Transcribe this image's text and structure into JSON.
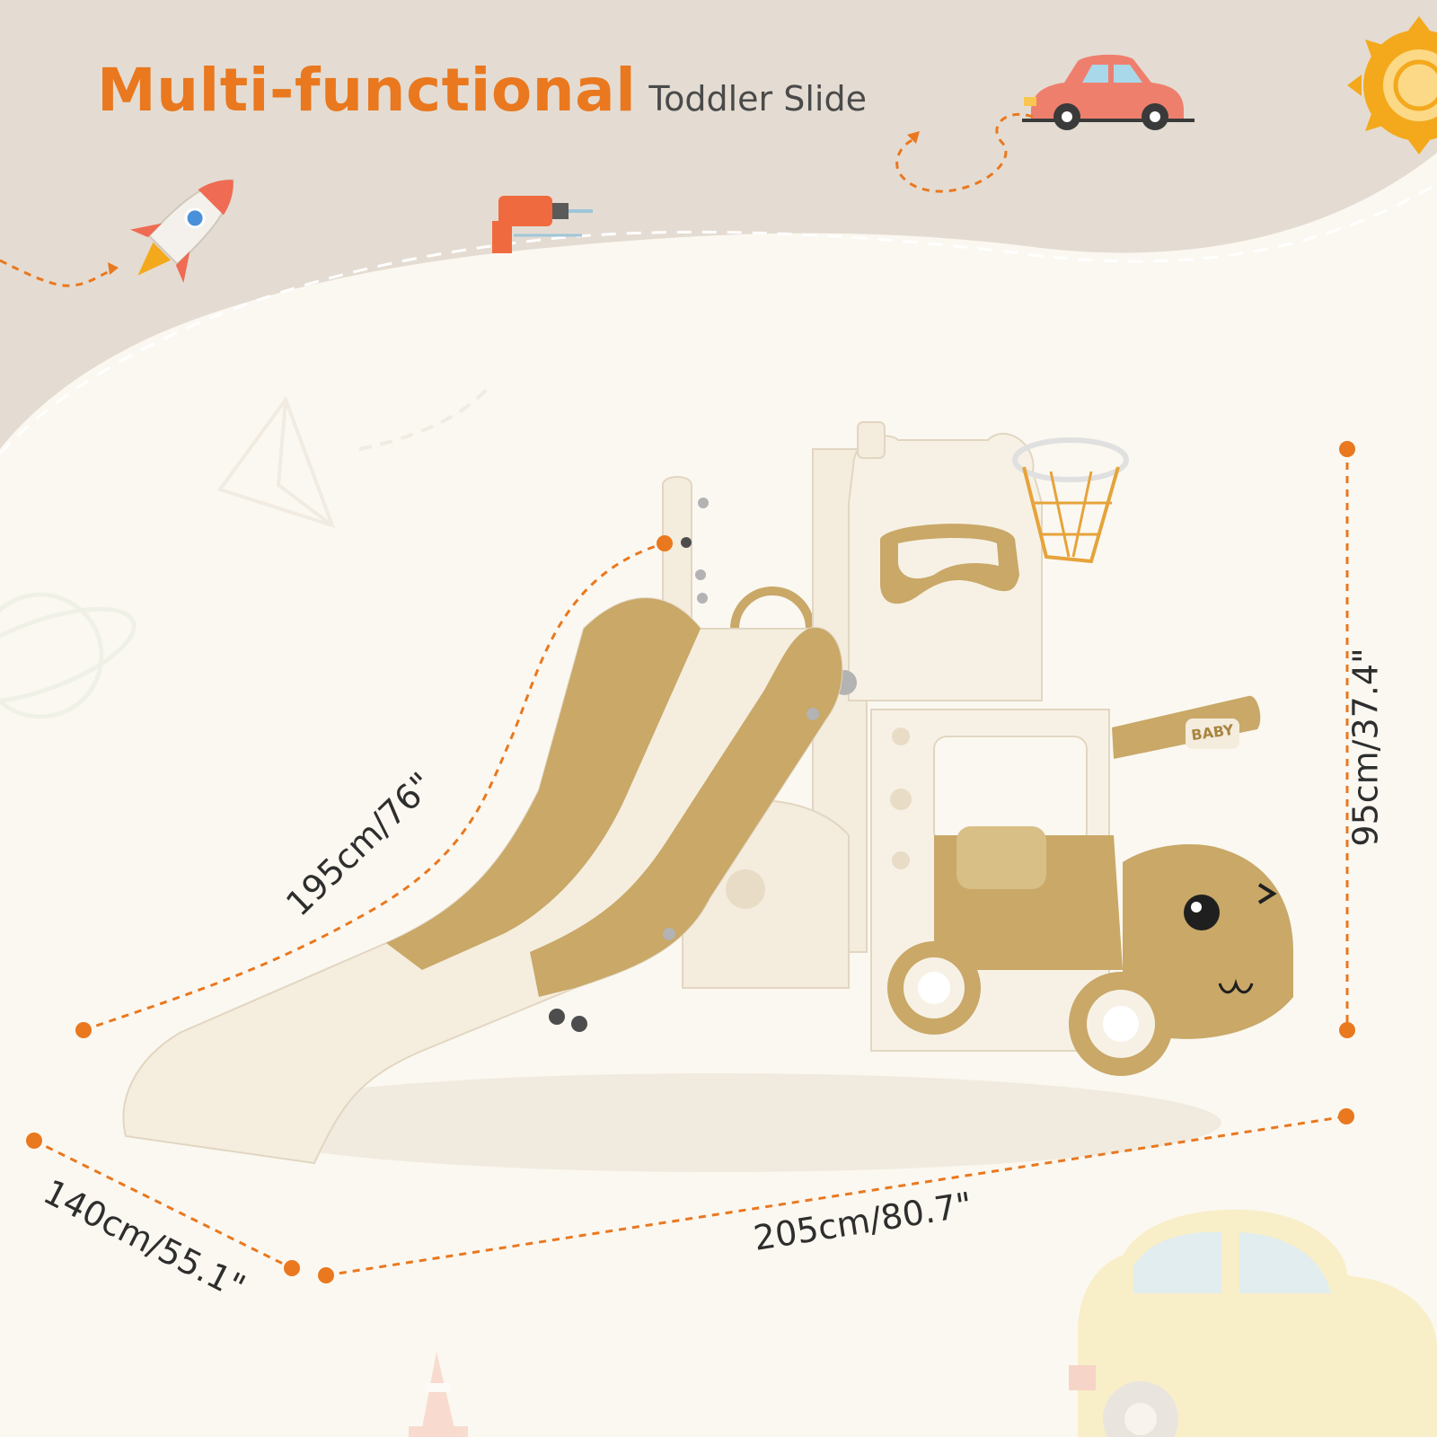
{
  "header": {
    "title_main": "Multi-functional",
    "title_sub": "Toddler Slide"
  },
  "dimensions": {
    "slide_length": "195cm/76\"",
    "height": "95cm/37.4\"",
    "width": "205cm/80.7\"",
    "depth": "140cm/55.1\""
  },
  "product": {
    "badge": "BABY"
  },
  "colors": {
    "accent": "#e9781f",
    "header_bg": "#e4dcd2",
    "page_bg": "#fbf8f1",
    "slide_gold": "#c9a868",
    "slide_cream": "#f5eedf"
  },
  "icons": [
    "rocket-icon",
    "drill-icon",
    "car-icon",
    "sun-icon",
    "paper-plane-icon",
    "planet-icon",
    "traffic-cone-icon"
  ]
}
